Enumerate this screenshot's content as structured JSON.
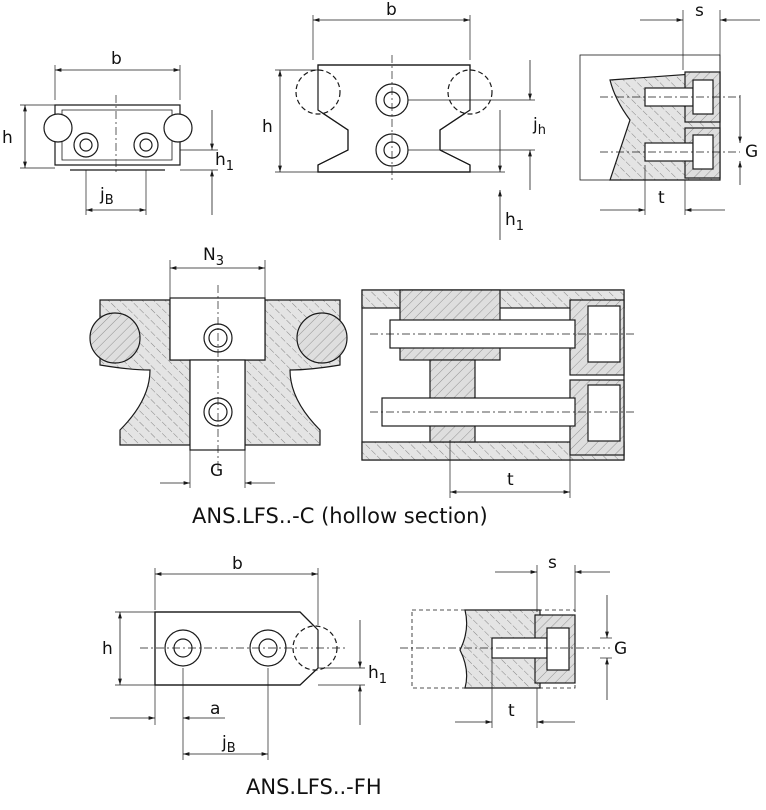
{
  "colors": {
    "line": "#1a1a1a",
    "hatch_fill": "#d9d9d9",
    "background": "#ffffff"
  },
  "labels": {
    "b": "b",
    "h": "h",
    "h_sub": "1",
    "j": "j",
    "j_sub_B": "B",
    "j_sub_h": "h",
    "s": "s",
    "G": "G",
    "t": "t",
    "N": "N",
    "N_sub": "3",
    "a": "a"
  },
  "captions": {
    "hollow_section": "ANS.LFS..-C (hollow section)",
    "fh": "ANS.LFS..-FH"
  }
}
